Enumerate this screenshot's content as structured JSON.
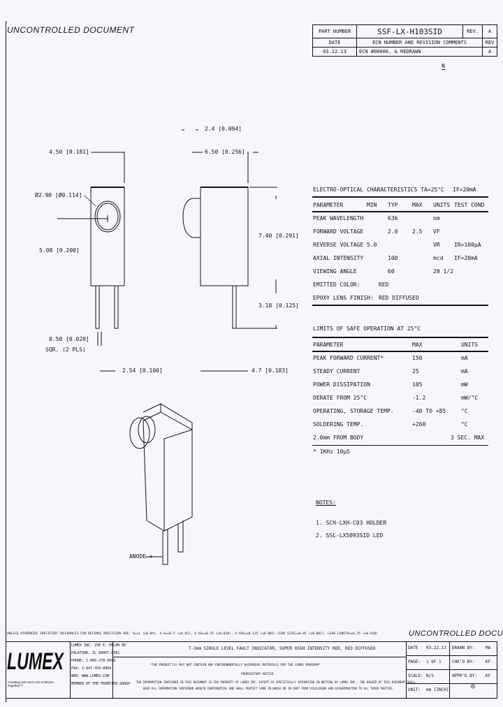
{
  "watermark": "UNCONTROLLED DOCUMENT",
  "header": {
    "part_number_label": "PART NUMBER",
    "part_number": "SSF-LX-H103SID",
    "rev_label": "REV.",
    "rev": "A",
    "date_label": "DATE",
    "ecn_label": "ECN NUMBER AND REVISION COMMENTS",
    "rev2_label": "REV",
    "rows": [
      {
        "date": "03.22.13",
        "comment": "ECN #00000, & REDRAWN",
        "rev": "A"
      }
    ],
    "marker": "N"
  },
  "dimensions": {
    "d1": "2.4 [0.094]",
    "d2": "4.50 [0.181]",
    "d3": "6.50 [0.256]",
    "d4": "Ø2.90 [Ø0.114]",
    "d5": "7.40 [0.291]",
    "d6": "5.08 [0.200]",
    "d7": "3.18 [0.125]",
    "d8": "0.50 [0.020]",
    "d8b": "SQR. (2 PLS)",
    "d9": "2.54 [0.100]",
    "d10": "4.7 [0.183]",
    "anode": "ANODE +"
  },
  "electro": {
    "title": "ELECTRO-OPTICAL CHARACTERISTICS TA=25°C",
    "cond": "IF=20mA",
    "headers": [
      "PARAMETER",
      "MIN",
      "TYP",
      "MAX",
      "UNITS",
      "TEST COND"
    ],
    "rows": [
      [
        "PEAK WAVELENGTH",
        "",
        "636",
        "",
        "nm",
        ""
      ],
      [
        "FORWARD VOLTAGE",
        "",
        "2.0",
        "2.5",
        "VF",
        ""
      ],
      [
        "REVERSE VOLTAGE",
        "5.0",
        "",
        "",
        "VR",
        "IR=100µA"
      ],
      [
        "AXIAL INTENSITY",
        "",
        "100",
        "",
        "mcd",
        "IF=20mA"
      ],
      [
        "VIEWING ANGLE",
        "",
        "60",
        "",
        "2θ 1/2",
        ""
      ],
      [
        "EMITTED COLOR:",
        "RED",
        "",
        "",
        "",
        ""
      ],
      [
        "EPOXY LENS FINISH:",
        "RED DIFFUSED",
        "",
        "",
        "",
        ""
      ]
    ]
  },
  "safe": {
    "title": "LIMITS OF SAFE OPERATION AT 25°C",
    "headers": [
      "PARAMETER",
      "MAX",
      "UNITS"
    ],
    "rows": [
      [
        "PEAK FORWARD CURRENT*",
        "150",
        "mA"
      ],
      [
        "STEADY CURRENT",
        "25",
        "mA"
      ],
      [
        "POWER DISSIPATION",
        "105",
        "mW"
      ],
      [
        "DERATE FROM 25°C",
        "-1.2",
        "mW/°C"
      ],
      [
        "OPERATING, STORAGE TEMP.",
        "-40 TO +85",
        "°C"
      ],
      [
        "SOLDERING TEMP.",
        "+260",
        "°C"
      ],
      [
        "2.0mm FROM BODY",
        "",
        "3 SEC. MAX"
      ]
    ],
    "footnote": "* 1KHz 10µS"
  },
  "notes": {
    "title": "NOTES:",
    "items": [
      "1. SCH-LXH-C03 HOLDER",
      "2. SSL-LX5093SID LED"
    ]
  },
  "footer": {
    "tolerance": "UNLESS OTHERWISE SPECIFIED TOLERANCES FOR DECIMAL PRECISION ARE: X=±1 (±0.04), X.X=±0.5 (±0.02), X.XX=±0.25 (±0.010), X.XXX=±0.125 (±0.005)   LEAD SIZE=±0.05 (±0.002), LEAD LENGTH=±0.25 (±0.010)",
    "watermark": "UNCONTROLLED DOCUMENT",
    "logo": "LUMEX",
    "tagline": "Creating LED and LCD Solutions Together™",
    "address": [
      "LUMEX INC. 290 E. HELEN RD",
      "PALATINE, IL 60067-6961",
      "PHONE: 1-800-278-5666",
      "FAX: 1-847-359-8904",
      "WEB: WWW.LUMEX.COM",
      "MEMBER OF THE FRONTIER GROUP"
    ],
    "description": "T-3mm SINGLE LEVEL FAULT INDICATOR, SUPER HIGH INTENSITY RED, RED DIFFUSED",
    "rohs_note": "*THE PRODUCT(S) MAY NOT CONTAIN ANY ENVIRONMENTALLY HAZARDOUS MATERIALS PER THE LUMEX PROGRAM*",
    "proprietary_title": "PROPRIETARY NOTICE",
    "proprietary": [
      "THE INFORMATION CONTAINED IN THIS DOCUMENT IS THE PROPERTY OF LUMEX INC. EXCEPT AS SPECIFICALLY AUTHORIZED IN WRITING BY LUMEX INC., THE HOLDER OF THIS DOCUMENT SHALL",
      "KEEP ALL INFORMATION CONTAINED HEREIN CONFIDENTIAL AND SHALL PROTECT SAME IN WHOLE OR IN PART FROM DISCLOSURE AND DISSEMINATION TO ALL THIRD PARTIES."
    ],
    "date_label": "DATE",
    "date": "03.22.13",
    "page_label": "PAGE:",
    "page": "1 OF 1",
    "scale_label": "SCALE:",
    "scale": "N/S",
    "unit_label": "UNIT:",
    "unit": "mm [INCH]",
    "drawn_label": "DRAWN BY:",
    "drawn": "MA",
    "chkd_label": "CHK'D BY:",
    "chkd": "KF",
    "appr_label": "APPR'D BY:",
    "appr": "KF"
  }
}
